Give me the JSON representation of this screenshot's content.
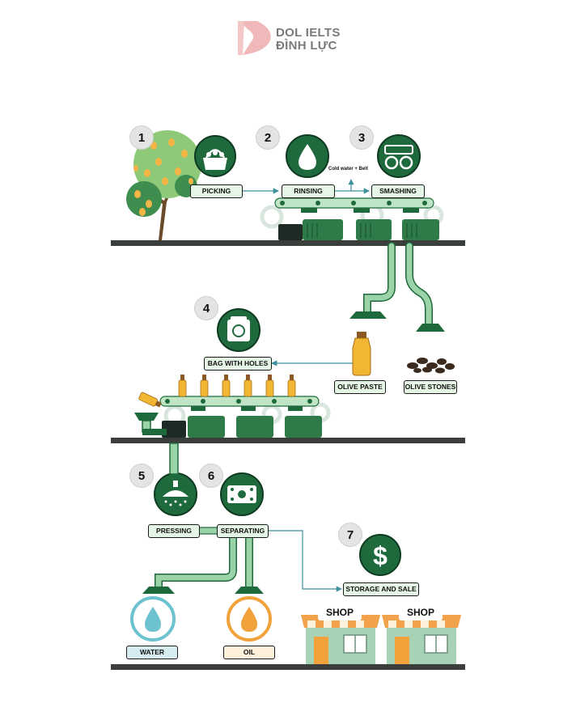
{
  "brand": {
    "line1": "DOL IELTS",
    "line2": "ĐÌNH LỰC"
  },
  "colors": {
    "green_dark": "#1f6a3c",
    "green_light": "#9ad3a8",
    "ground": "#3a3f3c",
    "orange": "#f2b632",
    "shop_roof": "#f2a24b"
  },
  "steps": [
    {
      "number": "1",
      "label": "PICKING",
      "icon": "basket-icon"
    },
    {
      "number": "2",
      "label": "RINSING",
      "icon": "water-drop-icon"
    },
    {
      "number": "3",
      "label": "SMASHING",
      "icon": "crusher-icon"
    },
    {
      "number": "4",
      "label": "BAG WITH HOLES",
      "icon": "bag-icon"
    },
    {
      "number": "5",
      "label": "PRESSING",
      "icon": "press-icon"
    },
    {
      "number": "6",
      "label": "SEPARATING",
      "icon": "separator-icon"
    },
    {
      "number": "7",
      "label": "STORAGE AND SALE",
      "icon": "dollar-icon"
    }
  ],
  "annotation": "Cold water + Belt",
  "outputs": {
    "paste": "OLIVE PASTE",
    "stones": "OLIVE STONES",
    "water": "WATER",
    "oil": "OIL"
  },
  "shop_sign": "SHOP"
}
